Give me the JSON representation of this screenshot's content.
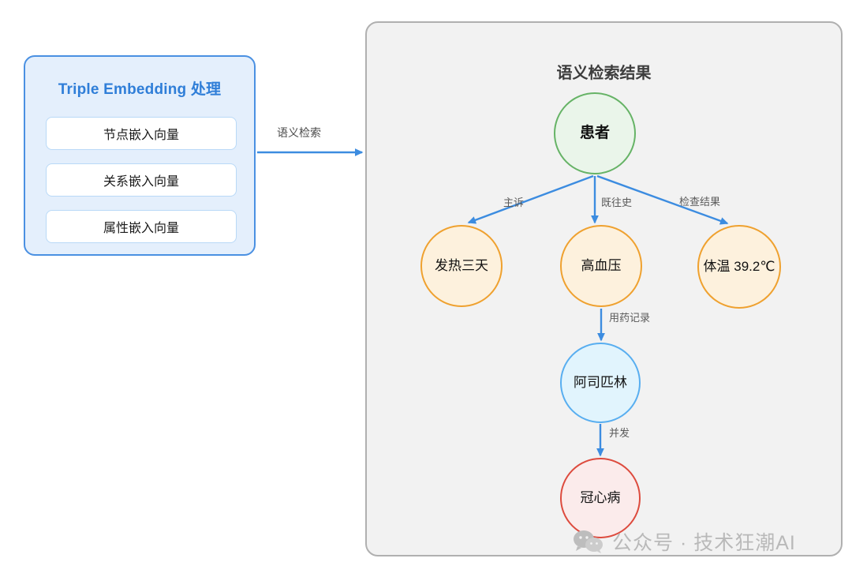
{
  "left_panel": {
    "title": "Triple Embedding 处理",
    "items": [
      {
        "label": "节点嵌入向量"
      },
      {
        "label": "关系嵌入向量"
      },
      {
        "label": "属性嵌入向量"
      }
    ]
  },
  "connector": {
    "label": "语义检索"
  },
  "right_panel": {
    "title": "语义检索结果"
  },
  "graph": {
    "nodes": [
      {
        "id": "patient",
        "label": "患者",
        "type": "root"
      },
      {
        "id": "fever",
        "label": "发热三天",
        "type": "symptom"
      },
      {
        "id": "hypertension",
        "label": "高血压",
        "type": "symptom"
      },
      {
        "id": "temperature",
        "label": "体温 39.2℃",
        "type": "symptom"
      },
      {
        "id": "aspirin",
        "label": "阿司匹林",
        "type": "medication"
      },
      {
        "id": "chd",
        "label": "冠心病",
        "type": "disease"
      }
    ],
    "edges": [
      {
        "from": "patient",
        "to": "fever",
        "label": "主诉"
      },
      {
        "from": "patient",
        "to": "hypertension",
        "label": "既往史"
      },
      {
        "from": "patient",
        "to": "temperature",
        "label": "检查结果"
      },
      {
        "from": "hypertension",
        "to": "aspirin",
        "label": "用药记录"
      },
      {
        "from": "aspirin",
        "to": "chd",
        "label": "并发"
      }
    ]
  },
  "watermark": {
    "text": "公众号 · 技术狂潮AI"
  },
  "colors": {
    "accent_blue": "#4a90e2",
    "edge_blue": "#3c8ce0",
    "panel_blue_fill": "#e4effc",
    "panel_gray_fill": "#f2f2f2",
    "panel_gray_border": "#b0b0b0",
    "node_green_border": "#66b366",
    "node_green_fill": "#eaf5ea",
    "node_orange_border": "#efa12f",
    "node_orange_fill": "#fdf1dd",
    "node_blue_border": "#58aef0",
    "node_blue_fill": "#e1f4fd",
    "node_red_border": "#dd4b3e",
    "node_red_fill": "#fbebeb",
    "label_gray": "#5a5a5a",
    "watermark_gray": "#b9b9b9"
  }
}
